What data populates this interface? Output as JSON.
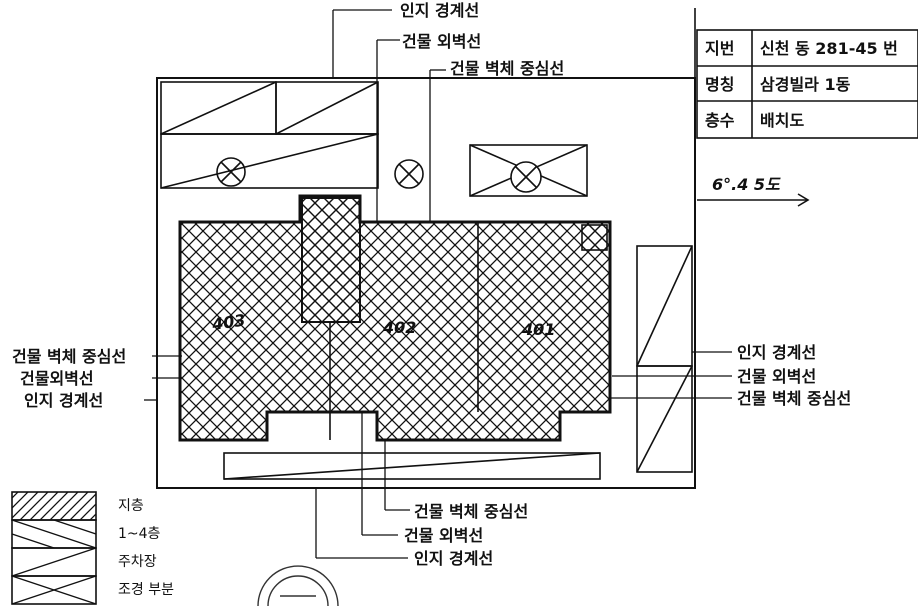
{
  "info_table": {
    "rows": [
      {
        "key": "지번",
        "value": "신천 동 281-45 번"
      },
      {
        "key": "명칭",
        "value": "삼경빌라 1동"
      },
      {
        "key": "층수",
        "value": "배치도"
      }
    ]
  },
  "scale_note": "6°.4 5도",
  "units": [
    "403",
    "402",
    "401"
  ],
  "labels": {
    "land_boundary": "인지 경계선",
    "outer_wall": "건물 외벽선",
    "wall_center": "건물 벽체 중심선"
  },
  "left_labels": {
    "wall_center": "건물 벽체 중심선",
    "outer_wall": "건물외벽선",
    "land_boundary": "인지 경계선"
  },
  "legend": [
    {
      "pattern": "diagonal",
      "label": "지층"
    },
    {
      "pattern": "double-diagonal",
      "label": "1~4층"
    },
    {
      "pattern": "single-diagonal",
      "label": "주차장"
    },
    {
      "pattern": "cross",
      "label": "조경 부분"
    }
  ],
  "colors": {
    "ink": "#111111",
    "paper": "#ffffff"
  }
}
